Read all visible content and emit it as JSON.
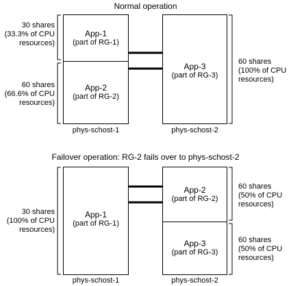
{
  "normal": {
    "title": "Normal operation",
    "host1": {
      "label": "phys-schost-1",
      "apps": [
        {
          "name": "App-1",
          "rg": "(part of RG-1)"
        },
        {
          "name": "App-2",
          "rg": "(part of RG-2)"
        }
      ],
      "shares": [
        [
          "30 shares",
          "(33.3% of CPU",
          "resources)"
        ],
        [
          "60 shares",
          "(66.6% of CPU",
          "resources)"
        ]
      ]
    },
    "host2": {
      "label": "phys-schost-2",
      "apps": [
        {
          "name": "App-3",
          "rg": "(part of RG-3)"
        }
      ],
      "shares": [
        [
          "60 shares",
          "(100% of CPU",
          "resources)"
        ]
      ]
    }
  },
  "failover": {
    "title": "Failover operation: RG-2 fails over to phys-schost-2",
    "host1": {
      "label": "phys-schost-1",
      "apps": [
        {
          "name": "App-1",
          "rg": "(part of RG-1)"
        }
      ],
      "shares": [
        [
          "30 shares",
          "(100% of CPU",
          "resources)"
        ]
      ]
    },
    "host2": {
      "label": "phys-schost-2",
      "apps": [
        {
          "name": "App-2",
          "rg": "(part of RG-2)"
        },
        {
          "name": "App-3",
          "rg": "(part of RG-3)"
        }
      ],
      "shares": [
        [
          "60 shares",
          "(50% of CPU",
          "resources)"
        ],
        [
          "60 shares",
          "(50% of CPU",
          "resources)"
        ]
      ]
    }
  }
}
